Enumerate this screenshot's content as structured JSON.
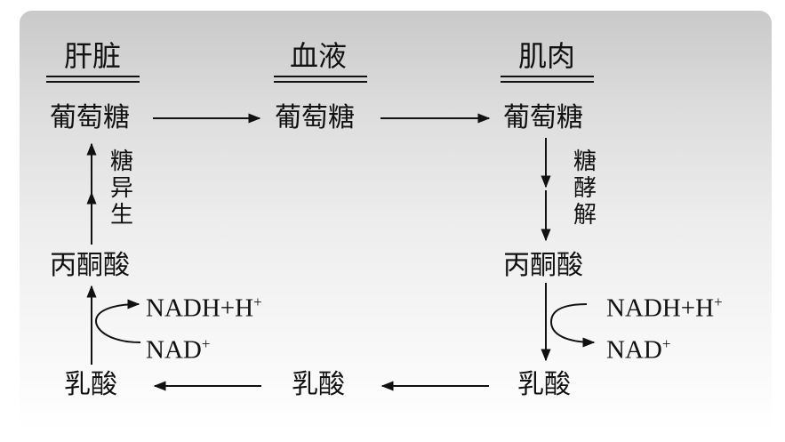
{
  "columns": {
    "liver": "肝脏",
    "blood": "血液",
    "muscle": "肌肉"
  },
  "nodes": {
    "liver_glucose": "葡萄糖",
    "blood_glucose": "葡萄糖",
    "muscle_glucose": "葡萄糖",
    "liver_pyruvate": "丙酮酸",
    "muscle_pyruvate": "丙酮酸",
    "liver_lactate": "乳酸",
    "blood_lactate": "乳酸",
    "muscle_lactate": "乳酸"
  },
  "processes": {
    "gluconeogenesis": [
      "糖",
      "异",
      "生"
    ],
    "glycolysis": [
      "糖",
      "酵",
      "解"
    ]
  },
  "cofactors": {
    "nadh_main": "NADH+H",
    "nadh_sup": "+",
    "nad_main": "NAD",
    "nad_sup": "+"
  }
}
